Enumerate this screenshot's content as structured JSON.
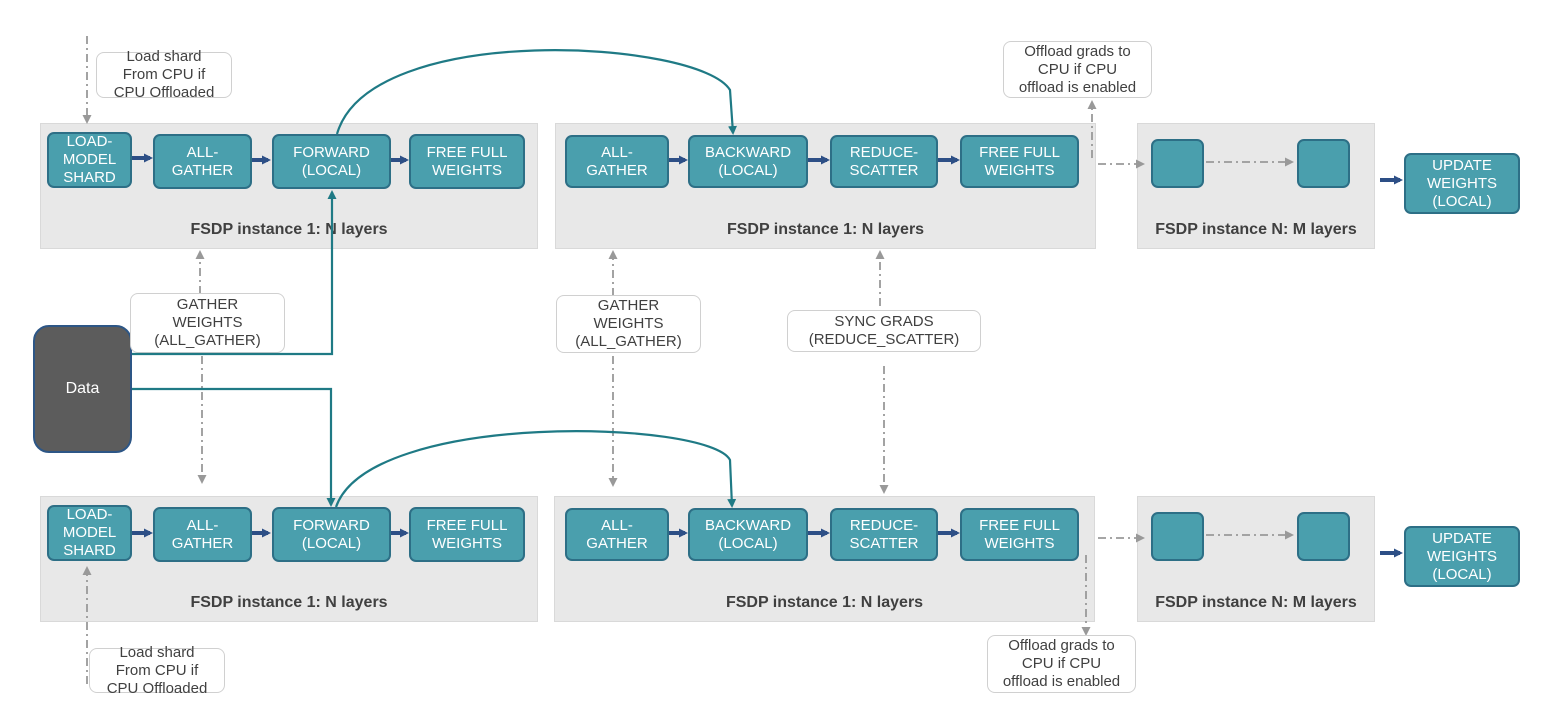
{
  "colors": {
    "step_fill": "#4a9fad",
    "step_border": "#2d6f86",
    "panel_fill": "#e8e8e8",
    "data_fill": "#5c5c5c",
    "teal_line": "#1f7a85",
    "flow_arrow": "#2d4f86",
    "dashed_line": "#999999"
  },
  "data_node": {
    "label": "Data"
  },
  "rank1": {
    "panels": {
      "p1": "FSDP instance 1: N layers",
      "p2": "FSDP instance 1: N layers",
      "p3": "FSDP instance N: M layers"
    },
    "steps": {
      "load": "LOAD-\nMODEL\nSHARD",
      "all_gather_fwd": "ALL-\nGATHER",
      "forward": "FORWARD\n(LOCAL)",
      "free_fwd": "FREE FULL\nWEIGHTS",
      "all_gather_bwd": "ALL-\nGATHER",
      "backward": "BACKWARD\n(LOCAL)",
      "reduce_scatter": "REDUCE-\nSCATTER",
      "free_bwd": "FREE FULL\nWEIGHTS",
      "update": "UPDATE\nWEIGHTS\n(LOCAL)"
    }
  },
  "rank2": {
    "panels": {
      "p1": "FSDP instance 1: N layers",
      "p2": "FSDP instance 1: N layers",
      "p3": "FSDP instance N: M layers"
    },
    "steps": {
      "load": "LOAD-\nMODEL\nSHARD",
      "all_gather_fwd": "ALL-\nGATHER",
      "forward": "FORWARD\n(LOCAL)",
      "free_fwd": "FREE FULL\nWEIGHTS",
      "all_gather_bwd": "ALL-\nGATHER",
      "backward": "BACKWARD\n(LOCAL)",
      "reduce_scatter": "REDUCE-\nSCATTER",
      "free_bwd": "FREE FULL\nWEIGHTS",
      "update": "UPDATE\nWEIGHTS\n(LOCAL)"
    }
  },
  "notes": {
    "load_shard_top": "Load shard\nFrom CPU if\nCPU Offloaded",
    "load_shard_bottom": "Load shard\nFrom CPU if\nCPU Offloaded",
    "offload_top": "Offload grads to\nCPU if CPU\noffload is enabled",
    "offload_bottom": "Offload grads to\nCPU if CPU\noffload is enabled",
    "gather_left": "GATHER\nWEIGHTS\n(ALL_GATHER)",
    "gather_mid": "GATHER\nWEIGHTS\n(ALL_GATHER)",
    "sync_grads": "SYNC GRADS\n(REDUCE_SCATTER)"
  }
}
